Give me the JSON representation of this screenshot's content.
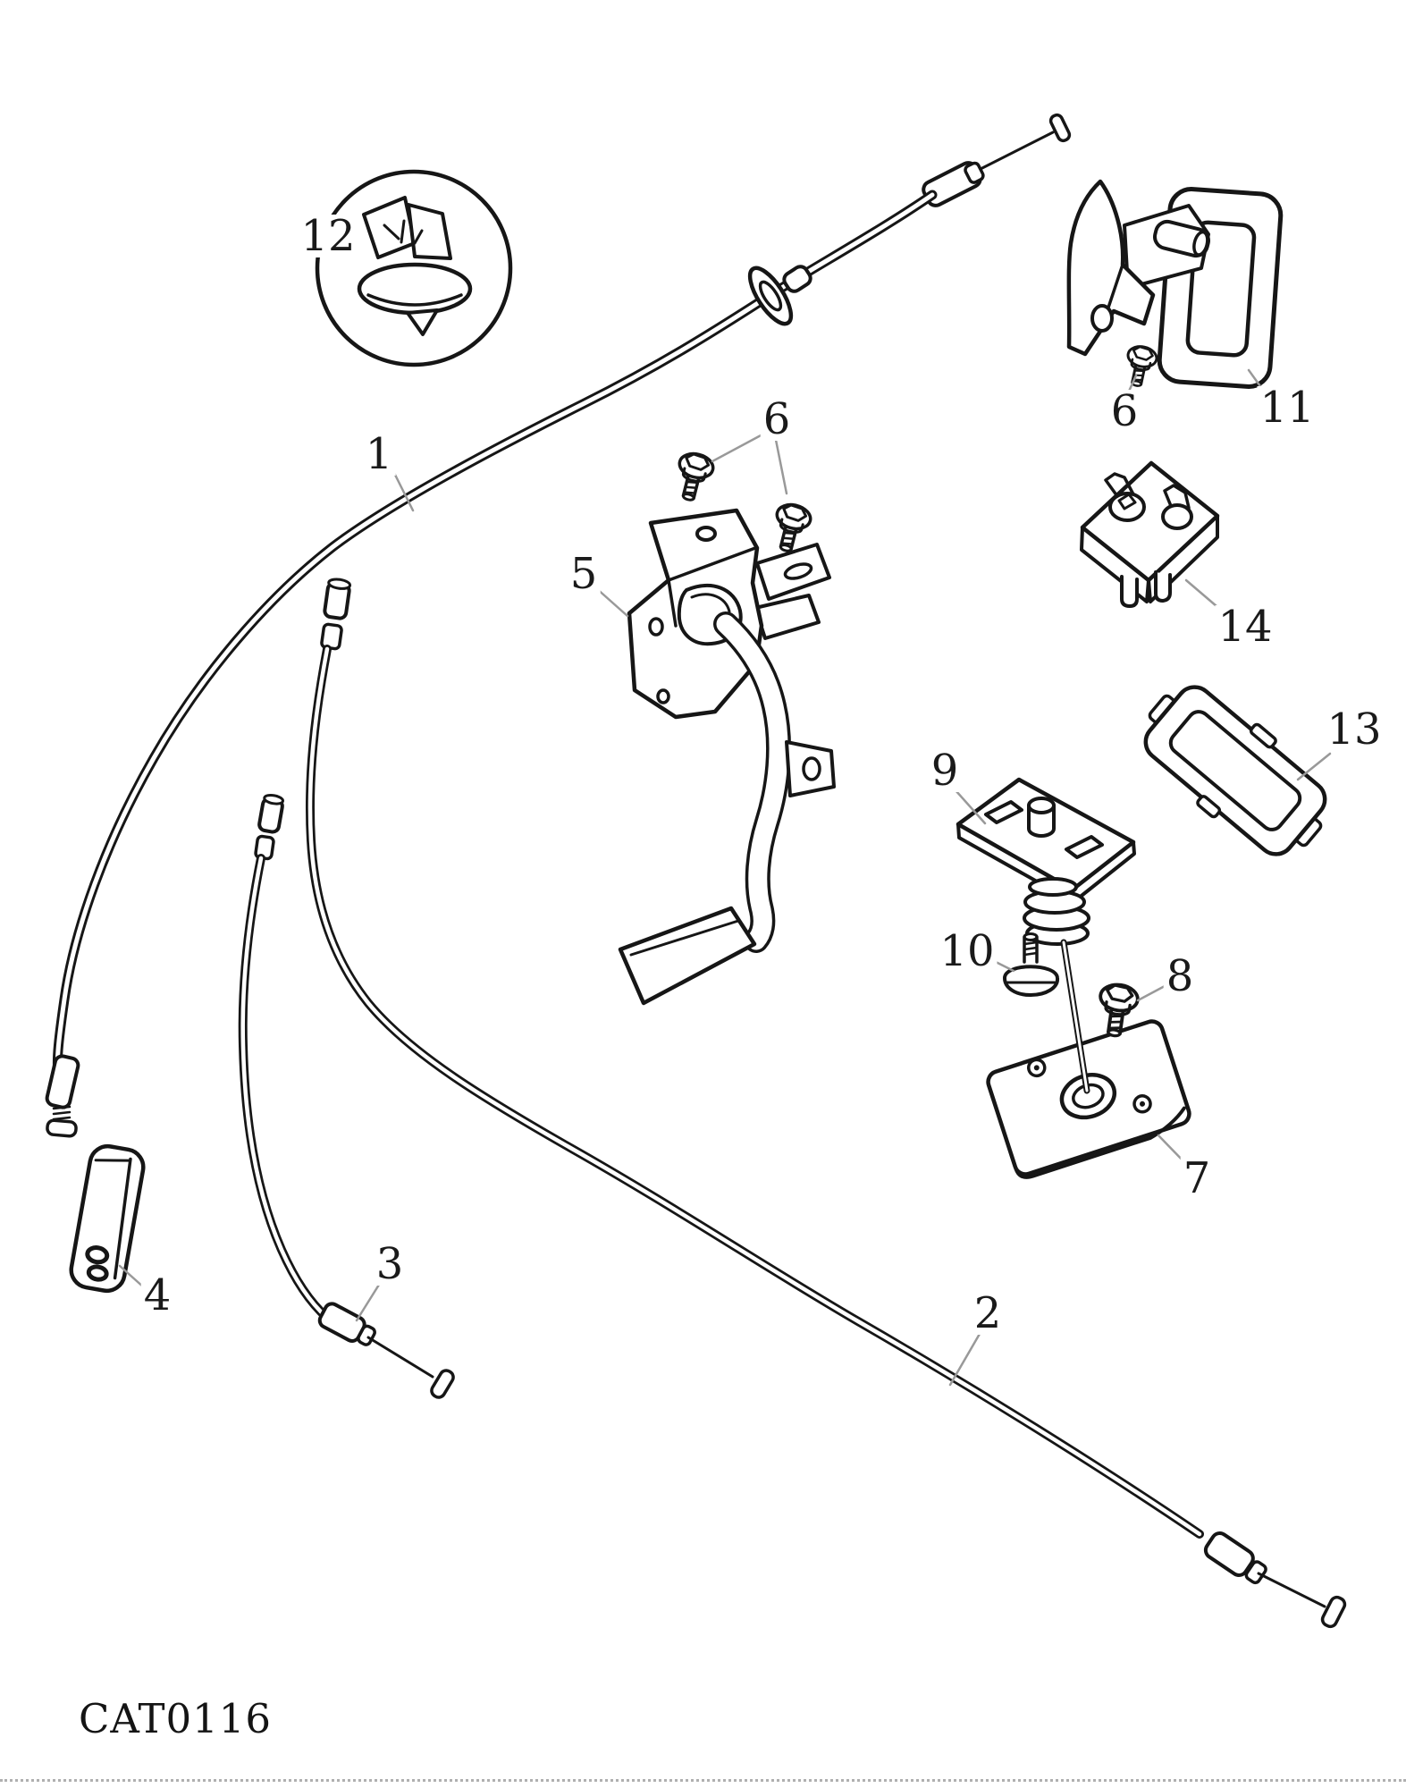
{
  "diagram": {
    "catalog_code": "CAT0116",
    "labels": {
      "p1": "1",
      "p2": "2",
      "p3": "3",
      "p4": "4",
      "p5": "5",
      "p6": "6",
      "p7": "7",
      "p8": "8",
      "p9": "9",
      "p10": "10",
      "p11": "11",
      "p12": "12",
      "p13": "13",
      "p14": "14"
    }
  },
  "colors": {
    "line": "#161616",
    "leader": "#999999",
    "background": "#ffffff",
    "divider": "#b0b0b0"
  }
}
